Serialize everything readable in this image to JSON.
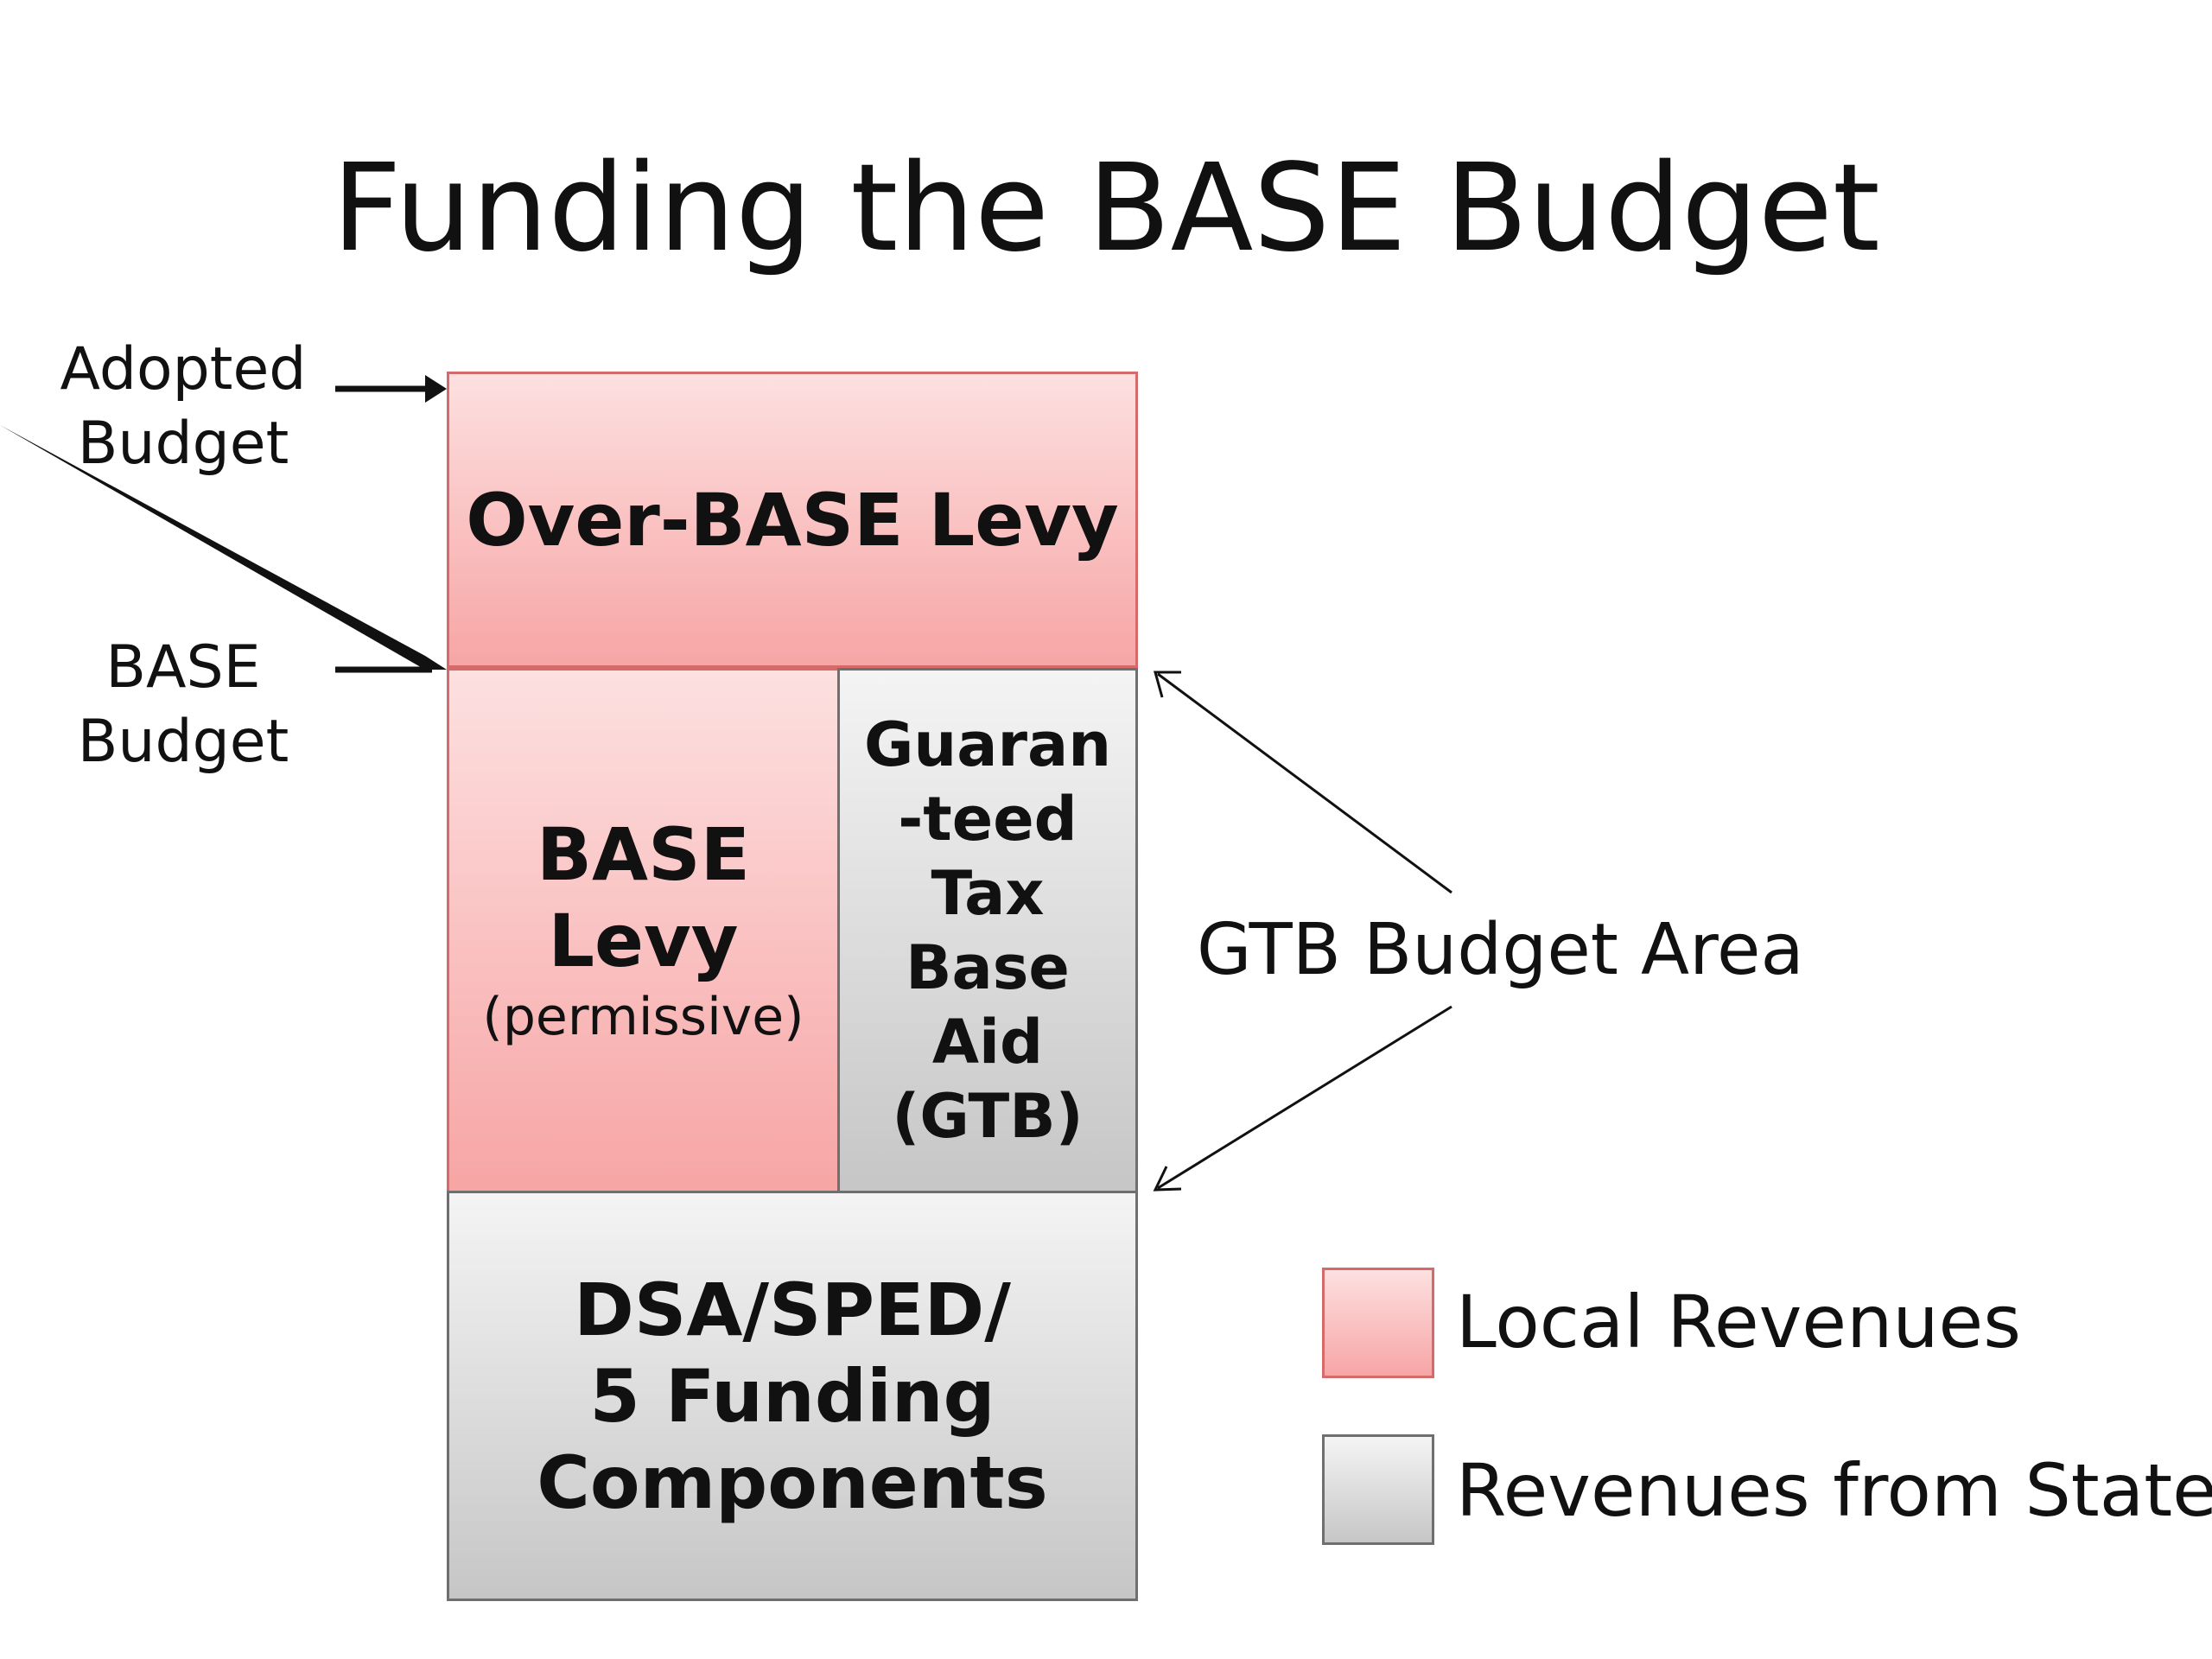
{
  "title": "Funding the BASE Budget",
  "markers": {
    "adopted_budget": [
      "Adopted",
      "Budget"
    ],
    "base_budget": [
      "BASE",
      "Budget"
    ]
  },
  "blocks": {
    "over_base_levy": "Over-BASE Levy",
    "base_levy": {
      "line1": "BASE",
      "line2": "Levy",
      "note": "(permissive)"
    },
    "gtb": [
      "Guaran",
      "-teed",
      "Tax",
      "Base Aid",
      "(GTB)"
    ],
    "dsa": [
      "DSA/SPED/",
      "5 Funding",
      "Components"
    ]
  },
  "gtb_area_label": "GTB Budget Area",
  "legend": {
    "local": "Local Revenues",
    "state": "Revenues from State"
  },
  "colors": {
    "local_fill": "#f9b9b9",
    "local_border": "#d46a6a",
    "state_fill": "#dcdcdc",
    "state_border": "#6f6f6f"
  }
}
